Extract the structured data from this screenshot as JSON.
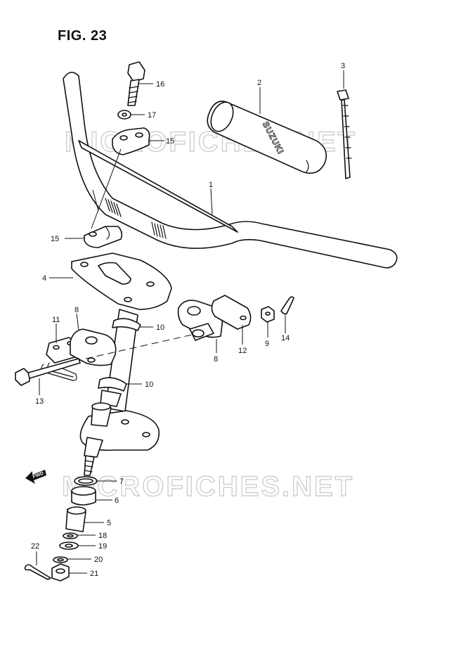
{
  "figure": {
    "title": "FIG. 23"
  },
  "watermarks": [
    "MICROFICHES.NET",
    "MICROFICHES.NET"
  ],
  "grip_brand": "SUZUKI",
  "fwd_label": "FWD",
  "callouts": {
    "c1": "1",
    "c2": "2",
    "c3": "3",
    "c4": "4",
    "c5": "5",
    "c6": "6",
    "c7": "7",
    "c8a": "8",
    "c8b": "8",
    "c9": "9",
    "c10a": "10",
    "c10b": "10",
    "c11": "11",
    "c12": "12",
    "c13": "13",
    "c14": "14",
    "c15a": "15",
    "c15b": "15",
    "c16": "16",
    "c17": "17",
    "c18": "18",
    "c19": "19",
    "c20": "20",
    "c21": "21",
    "c22": "22"
  }
}
